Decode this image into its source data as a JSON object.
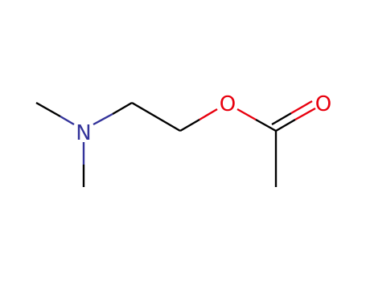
{
  "molecule": {
    "atoms": {
      "nitrogen": "N",
      "ether_oxygen": "O",
      "carbonyl_oxygen": "O"
    },
    "colors": {
      "bond": "#000000",
      "nitrogen": "#33339a",
      "oxygen": "#e8000e",
      "background": "#ffffff"
    }
  }
}
